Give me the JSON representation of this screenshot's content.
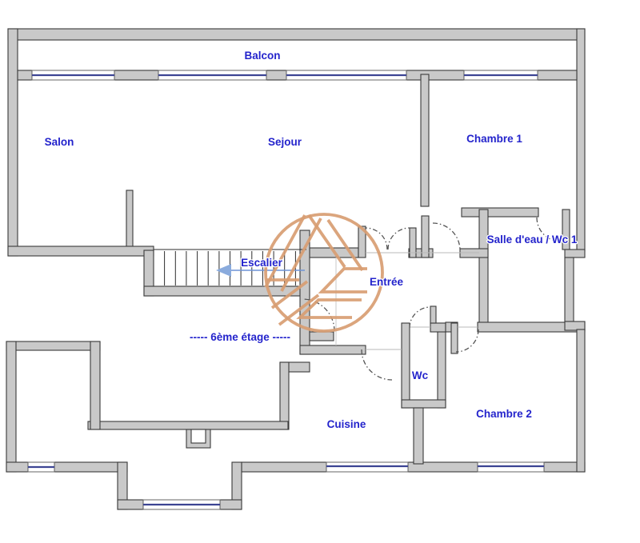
{
  "page": {
    "background": "#ffffff"
  },
  "colors": {
    "wall_fill": "#c9c9c9",
    "wall_stroke": "#3a3a3a",
    "window_glass": "#3c4493",
    "label_blue": "#2424cc",
    "door_arc": "#555555",
    "stair_walkline": "#6f94d6",
    "stair_arrow": "#8aabdd",
    "watermark_orange": "#d89d72"
  },
  "floor_plan": {
    "floor_note": "----- 6ème étage -----",
    "rooms": {
      "balcon": {
        "label": "Balcon"
      },
      "salon": {
        "label": "Salon"
      },
      "sejour": {
        "label": "Sejour"
      },
      "chambre1": {
        "label": "Chambre 1"
      },
      "salle_eau_wc1": {
        "label": "Salle d'eau / Wc 1"
      },
      "escalier": {
        "label": "Escalier"
      },
      "entree": {
        "label": "Entrée"
      },
      "wc": {
        "label": "Wc"
      },
      "cuisine": {
        "label": "Cuisine"
      },
      "chambre2": {
        "label": "Chambre 2"
      }
    },
    "watermark": {
      "icon": "agency-logo-circle-monogram-icon"
    }
  }
}
